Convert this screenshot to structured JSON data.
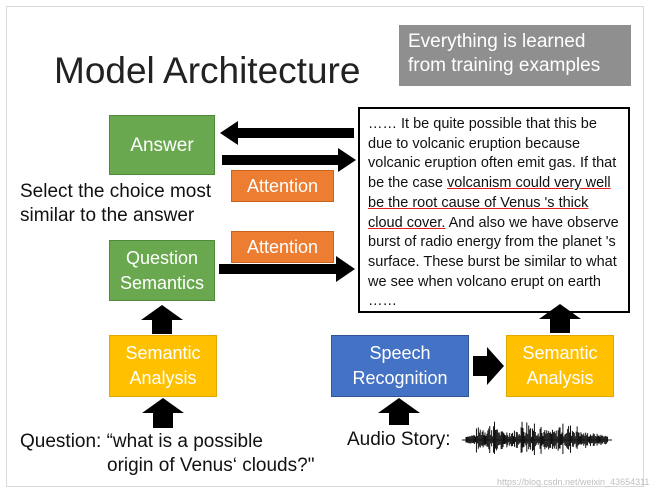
{
  "slide": {
    "title": "Model Architecture",
    "note": "Everything is learned from training examples",
    "answer_box": "Answer",
    "attention_top": "Attention",
    "attention_bottom": "Attention",
    "select_label_line1": "Select the choice most",
    "select_label_line2": "similar to the answer",
    "question_semantics_line1": "Question",
    "question_semantics_line2": "Semantics",
    "semantic_analysis_left_line1": "Semantic",
    "semantic_analysis_left_line2": "Analysis",
    "speech_recognition_line1": "Speech",
    "speech_recognition_line2": "Recognition",
    "semantic_analysis_right_line1": "Semantic",
    "semantic_analysis_right_line2": "Analysis",
    "question_line1": "Question: “what is a possible",
    "question_line2": "origin of Venus‘ clouds?\"",
    "audio_story_label": "Audio Story:",
    "story": {
      "part1": "…… It be quite possible that this be due to volcanic eruption because volcanic eruption often emit gas. If that be the case ",
      "highlight": "volcanism could very well be the root cause of Venus 's thick cloud cover.",
      "part2": " And also we have observe burst of radio energy from the planet 's surface. These burst be similar to what we see when volcano erupt on earth ……"
    },
    "watermark": "https://blog.csdn.net/weixin_43654311"
  },
  "colors": {
    "green": "#6aa84f",
    "yellow": "#ffc000",
    "blue": "#4472c4",
    "orange": "#ed7d31",
    "gray_note": "#8f8f8f",
    "underline_red": "#e02020"
  }
}
